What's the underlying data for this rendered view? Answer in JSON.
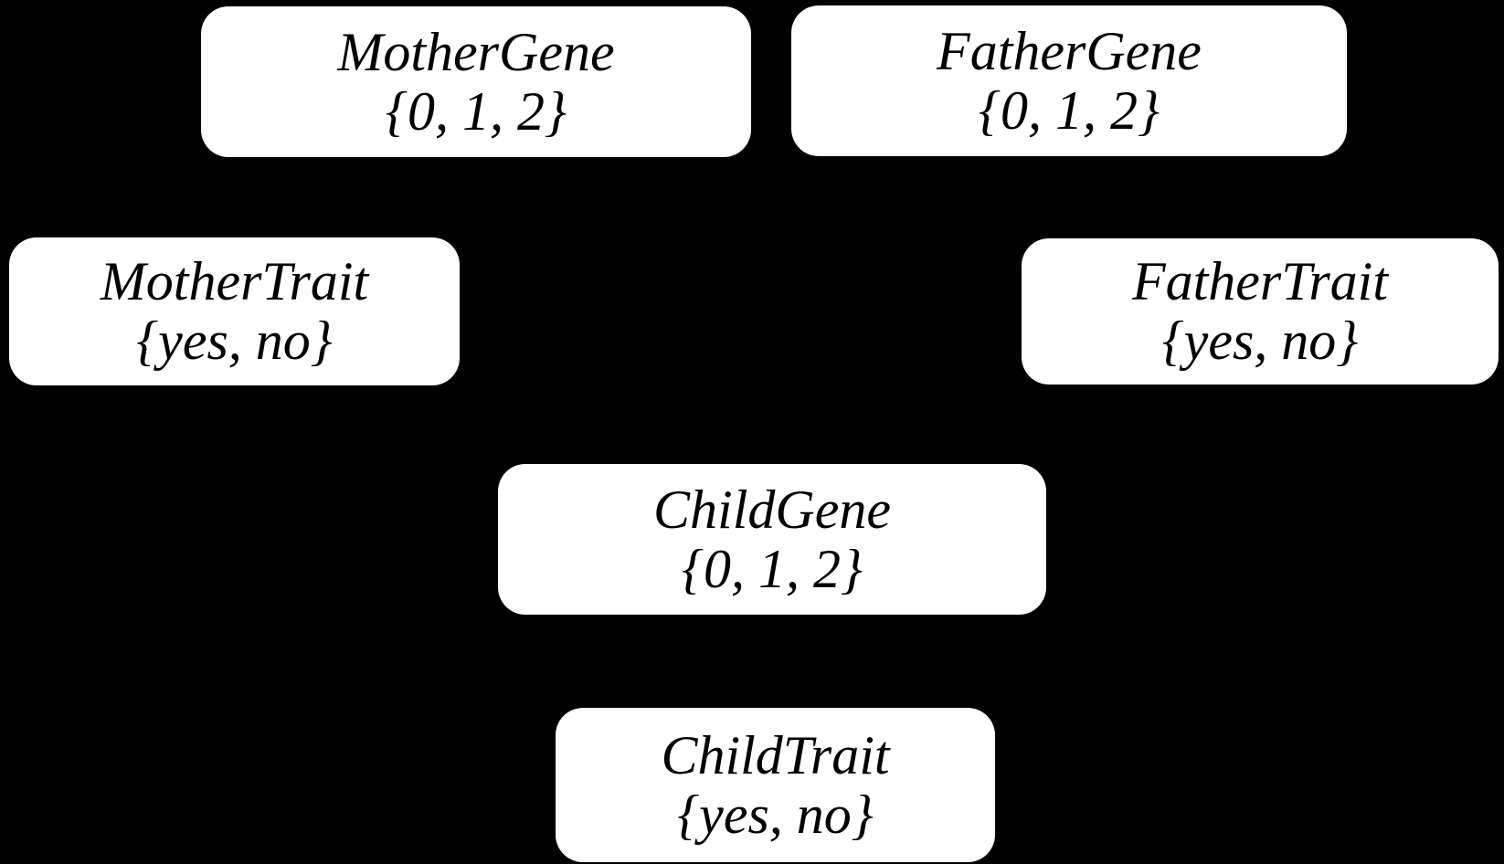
{
  "diagram": {
    "type": "bayesian-network",
    "background_color": "#000000",
    "node_fill_color": "#ffffff",
    "node_text_color": "#000000",
    "nodes": [
      {
        "label": "MotherGene",
        "domain": "{0, 1, 2}"
      },
      {
        "label": "FatherGene",
        "domain": "{0, 1, 2}"
      },
      {
        "label": "MotherTrait",
        "domain": "{yes, no}"
      },
      {
        "label": "FatherTrait",
        "domain": "{yes, no}"
      },
      {
        "label": "ChildGene",
        "domain": "{0, 1, 2}"
      },
      {
        "label": "ChildTrait",
        "domain": "{yes, no}"
      }
    ]
  }
}
